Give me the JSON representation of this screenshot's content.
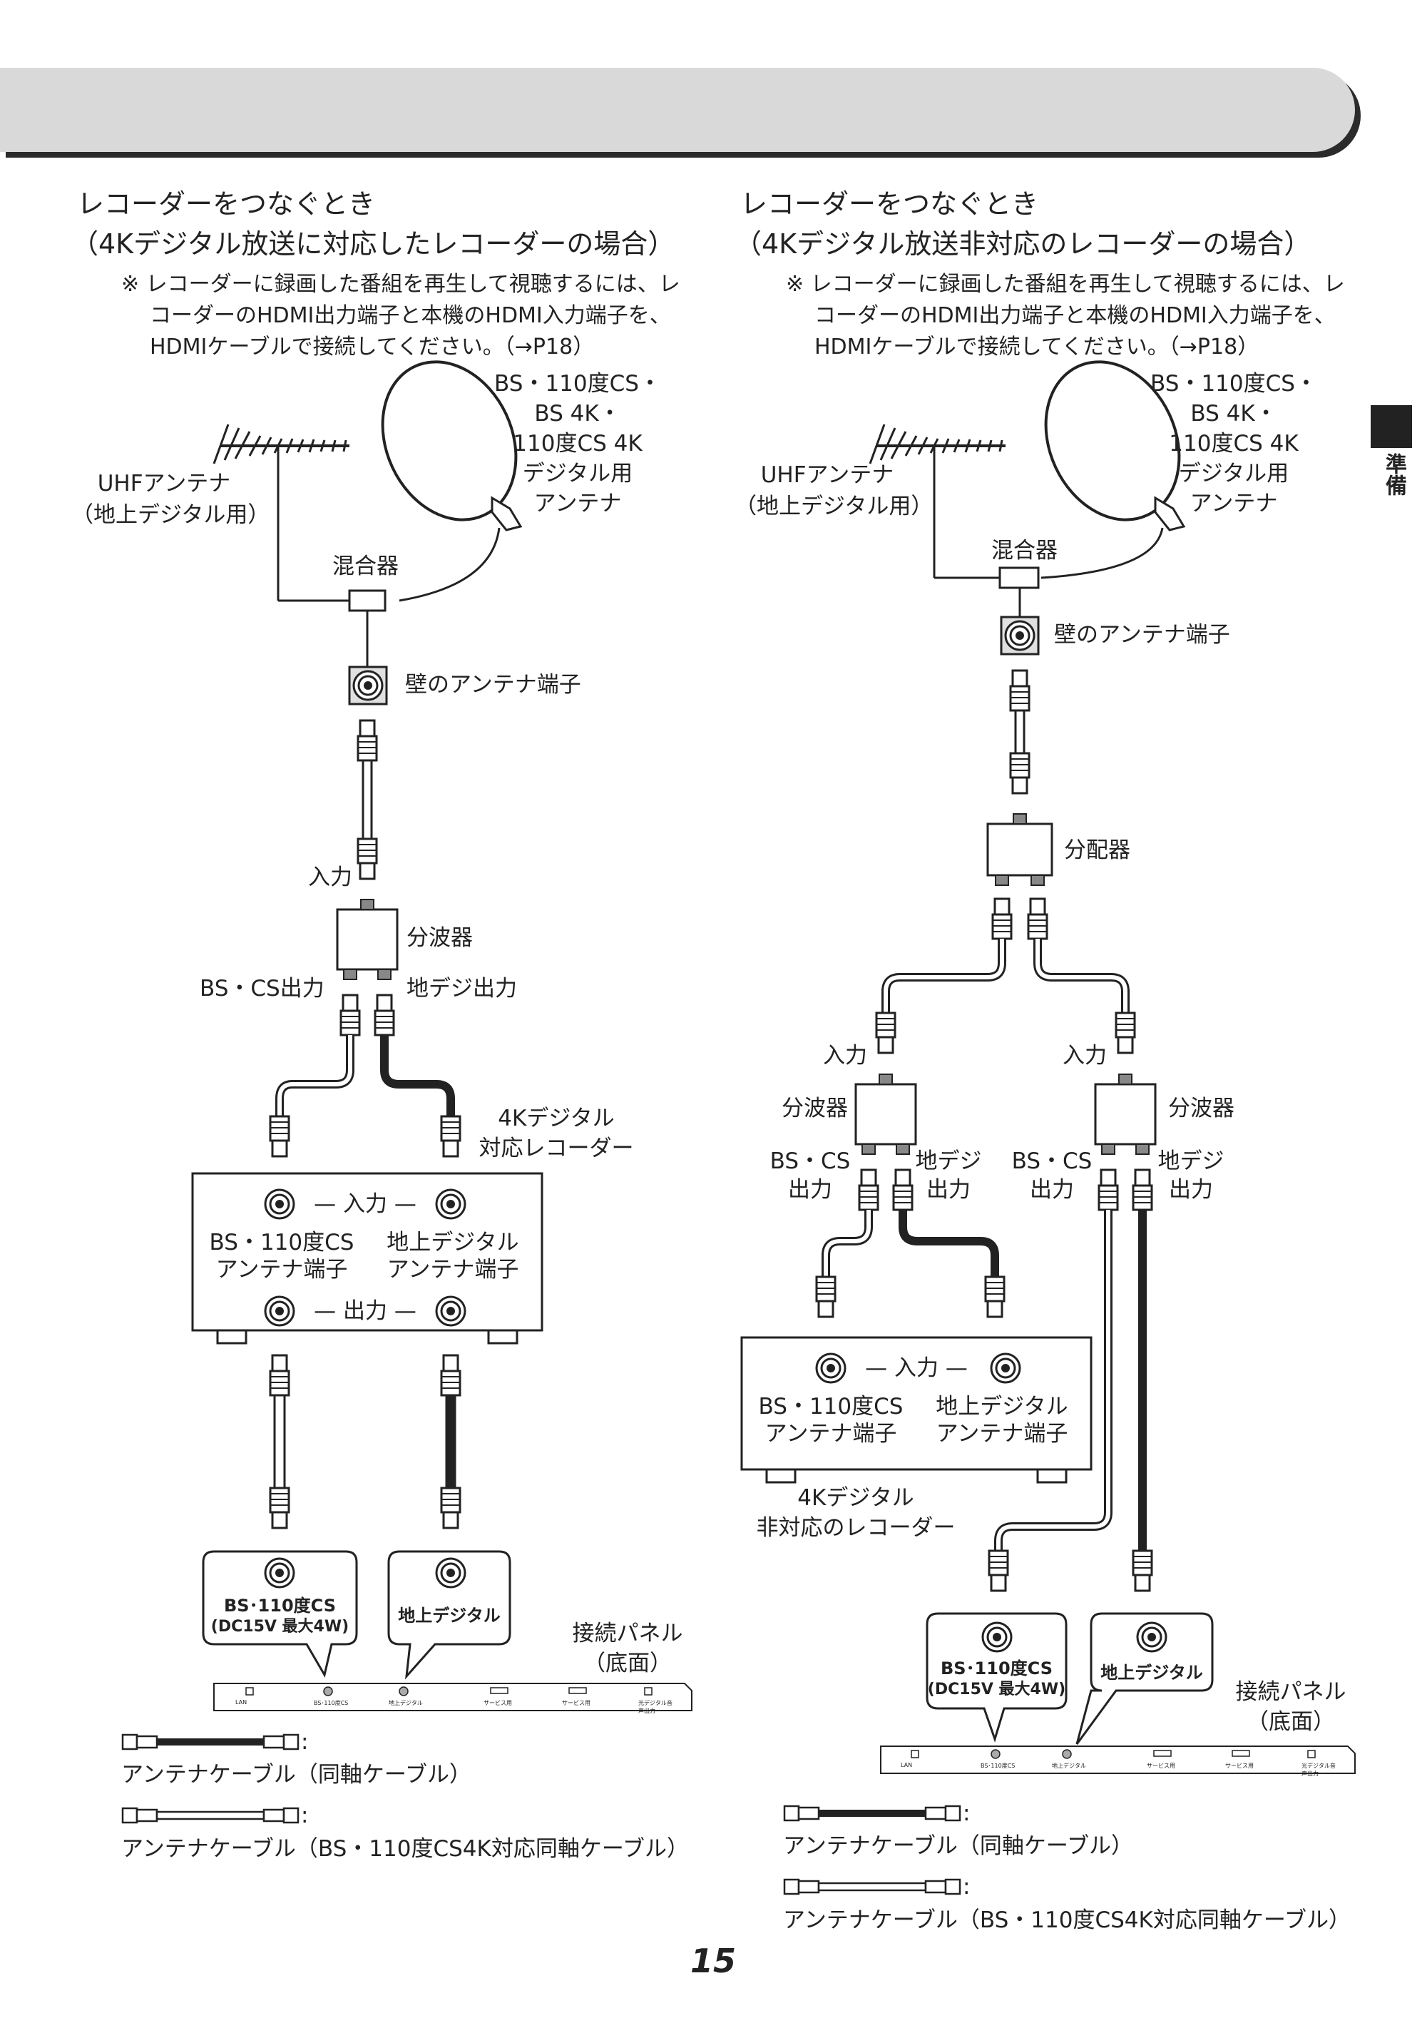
{
  "side_tab": {
    "label": "準備"
  },
  "page_number": "15",
  "left": {
    "title1": "レコーダーをつなぐとき",
    "title2": "（4Kデジタル放送に対応したレコーダーの場合）",
    "note": [
      "※ レコーダーに録画した番組を再生して視聴するには、レ",
      "コーダーのHDMI出力端子と本機のHDMI入力端子を、",
      "HDMIケーブルで接続してください。（→P18）"
    ],
    "uhf": [
      "UHFアンテナ",
      "（地上デジタル用）"
    ],
    "dish": [
      "BS・110度CS・",
      "BS 4K・",
      "110度CS 4K",
      "デジタル用",
      "アンテナ"
    ],
    "mixer": "混合器",
    "wall": "壁のアンテナ端子",
    "input": "入力",
    "splitter": "分波器",
    "bs_out": "BS・CS出力",
    "tv_out": "地デジ出力",
    "recorder": [
      "4Kデジタル",
      "対応レコーダー"
    ],
    "rec_in": "— 入力 —",
    "rec_bs": [
      "BS・110度CS",
      "アンテナ端子"
    ],
    "rec_tv": [
      "地上デジタル",
      "アンテナ端子"
    ],
    "rec_out": "— 出力 —",
    "callout_bs": [
      "BS･110度CS",
      "(DC15V 最大4W)"
    ],
    "callout_tv": "地上デジタル",
    "panel": [
      "接続パネル",
      "（底面）"
    ]
  },
  "right": {
    "title1": "レコーダーをつなぐとき",
    "title2": "（4Kデジタル放送非対応のレコーダーの場合）",
    "note": [
      "※ レコーダーに録画した番組を再生して視聴するには、レ",
      "コーダーのHDMI出力端子と本機のHDMI入力端子を、",
      "HDMIケーブルで接続してください。（→P18）"
    ],
    "uhf": [
      "UHFアンテナ",
      "（地上デジタル用）"
    ],
    "dish": [
      "BS・110度CS・",
      "BS 4K・",
      "110度CS 4K",
      "デジタル用",
      "アンテナ"
    ],
    "mixer": "混合器",
    "wall": "壁のアンテナ端子",
    "distributor": "分配器",
    "input": "入力",
    "splitter": "分波器",
    "bs_out": [
      "BS・CS",
      "出力"
    ],
    "tv_out": [
      "地デジ",
      "出力"
    ],
    "rec_in": "— 入力 —",
    "rec_bs": [
      "BS・110度CS",
      "アンテナ端子"
    ],
    "rec_tv": [
      "地上デジタル",
      "アンテナ端子"
    ],
    "recorder": [
      "4Kデジタル",
      "非対応のレコーダー"
    ],
    "callout_bs": [
      "BS･110度CS",
      "(DC15V 最大4W)"
    ],
    "callout_tv": "地上デジタル",
    "panel": [
      "接続パネル",
      "（底面）"
    ]
  },
  "panel_ports": [
    "LAN",
    "BS･110度CS",
    "地上デジタル",
    "サービス用",
    "サービス用",
    "光デジタル音声出力"
  ],
  "legend": {
    "colon": ":",
    "coax": "アンテナケーブル（同軸ケーブル）",
    "coax4k": "アンテナケーブル（BS・110度CS4K対応同軸ケーブル）"
  }
}
